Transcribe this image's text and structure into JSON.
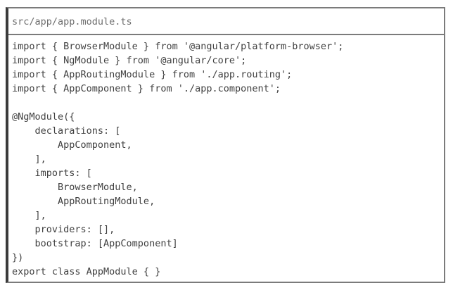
{
  "colors": {
    "background": "#ffffff",
    "box_border": "#7b7b7b",
    "accent_left_border": "#3b3b3b",
    "header_text": "#6e6e6e",
    "code_text": "#414141"
  },
  "header": {
    "file_path": "src/app/app.module.ts"
  },
  "code": {
    "language": "typescript",
    "lines": [
      "import { BrowserModule } from '@angular/platform-browser';",
      "import { NgModule } from '@angular/core';",
      "import { AppRoutingModule } from './app.routing';",
      "import { AppComponent } from './app.component';",
      "",
      "@NgModule({",
      "    declarations: [",
      "        AppComponent,",
      "    ],",
      "    imports: [",
      "        BrowserModule,",
      "        AppRoutingModule,",
      "    ],",
      "    providers: [],",
      "    bootstrap: [AppComponent]",
      "})",
      "export class AppModule { }"
    ]
  }
}
